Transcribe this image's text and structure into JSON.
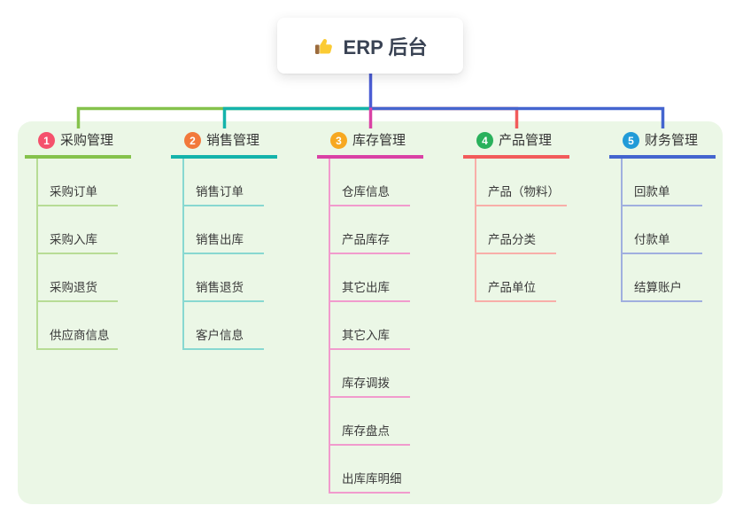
{
  "root": {
    "title": "ERP 后台",
    "icon": "thumbs-up-icon",
    "line_color": "#4B5DD4"
  },
  "panel": {
    "background": "#EBF7E6"
  },
  "branches": [
    {
      "number": "1",
      "label": "采购管理",
      "badge_color": "#F5516C",
      "line_color": "#85C24C",
      "child_line_color": "#B7DC95",
      "children": [
        "采购订单",
        "采购入库",
        "采购退货",
        "供应商信息"
      ]
    },
    {
      "number": "2",
      "label": "销售管理",
      "badge_color": "#F2793B",
      "line_color": "#14B3AB",
      "child_line_color": "#88D8D1",
      "children": [
        "销售订单",
        "销售出库",
        "销售退货",
        "客户信息"
      ]
    },
    {
      "number": "3",
      "label": "库存管理",
      "badge_color": "#F7A821",
      "line_color": "#DA41A5",
      "child_line_color": "#F19BCD",
      "children": [
        "仓库信息",
        "产品库存",
        "其它出库",
        "其它入库",
        "库存调拨",
        "库存盘点",
        "出库库明细"
      ]
    },
    {
      "number": "4",
      "label": "产品管理",
      "badge_color": "#2AB15C",
      "line_color": "#F25B5B",
      "child_line_color": "#F8AEA9",
      "children": [
        "产品（物料）",
        "产品分类",
        "产品单位"
      ]
    },
    {
      "number": "5",
      "label": "财务管理",
      "badge_color": "#219BD8",
      "line_color": "#4465CF",
      "child_line_color": "#A0AFDF",
      "children": [
        "回款单",
        "付款单",
        "结算账户"
      ]
    }
  ]
}
